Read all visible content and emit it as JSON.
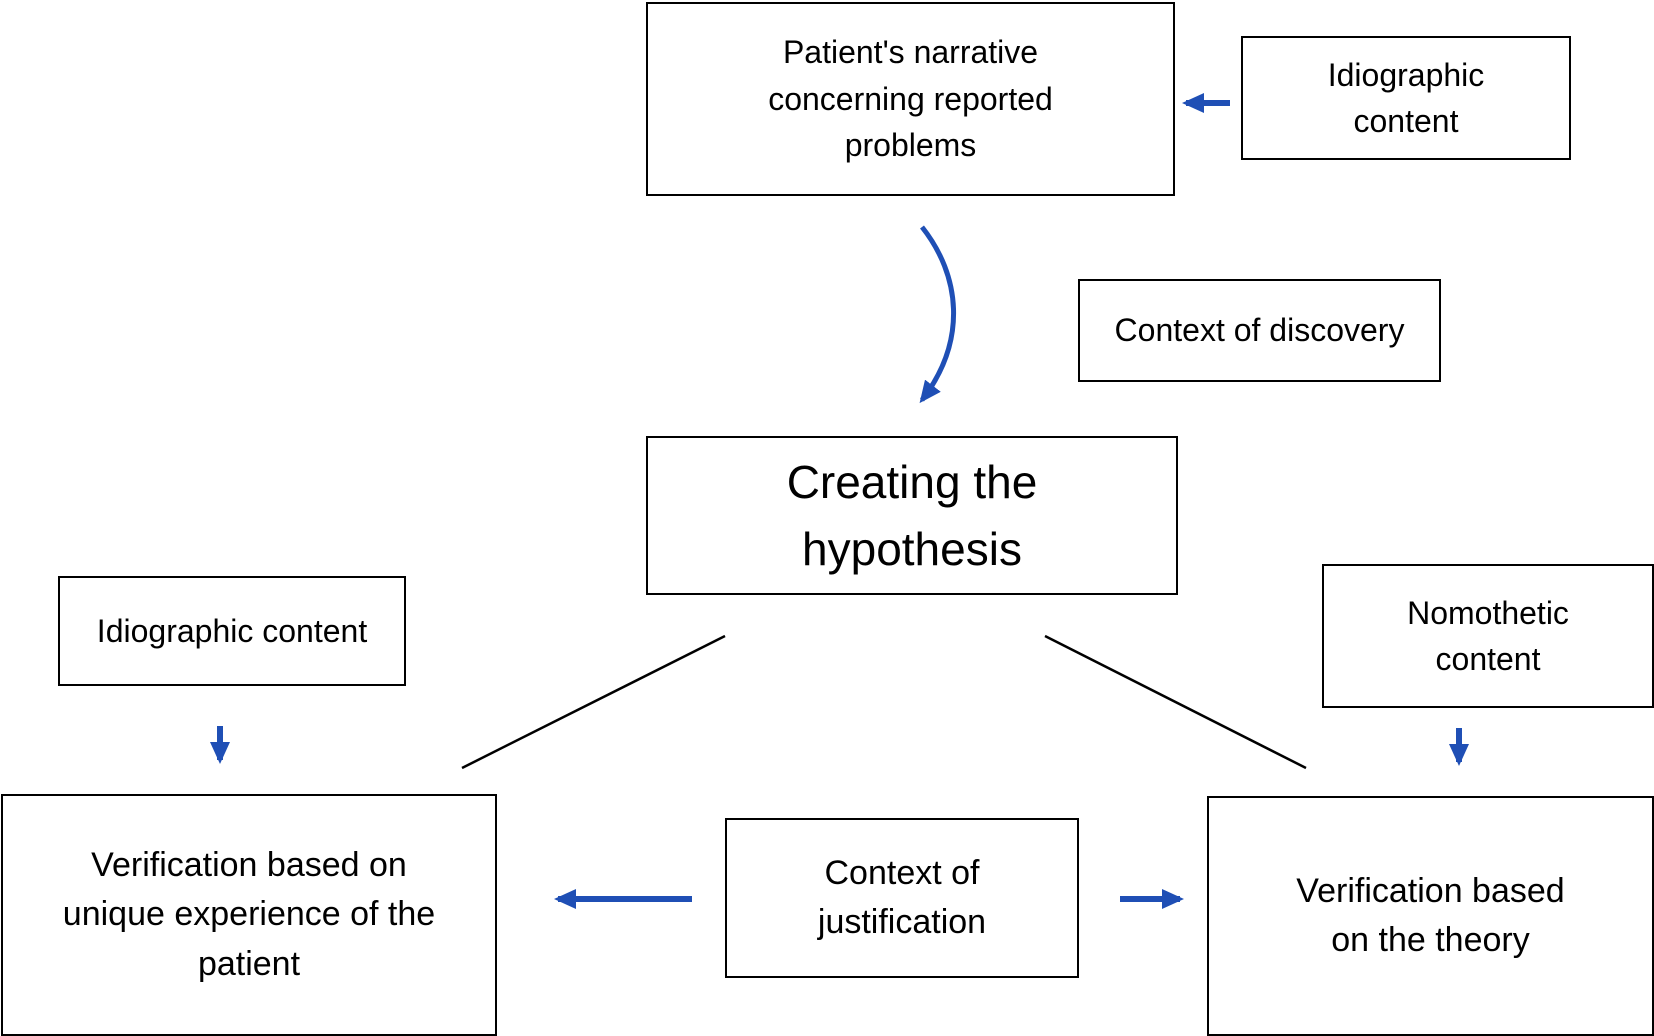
{
  "diagram": {
    "nodes": {
      "patient_narrative": {
        "label": "Patient's narrative\nconcerning reported\nproblems"
      },
      "idiographic_top": {
        "label": "Idiographic\ncontent"
      },
      "context_discovery": {
        "label": "Context of discovery"
      },
      "creating_hypothesis": {
        "label": "Creating the\nhypothesis"
      },
      "idiographic_left": {
        "label": "Idiographic content"
      },
      "nomothetic": {
        "label": "Nomothetic\ncontent"
      },
      "verification_unique": {
        "label": "Verification based on\nunique experience of the\npatient"
      },
      "context_justification": {
        "label": "Context of\njustification"
      },
      "verification_theory": {
        "label": "Verification based\non the theory"
      }
    },
    "edges": [
      {
        "from": "idiographic_top",
        "to": "patient_narrative",
        "style": "arrow"
      },
      {
        "from": "patient_narrative",
        "to": "creating_hypothesis",
        "style": "curved-arrow"
      },
      {
        "from": "creating_hypothesis",
        "to": "verification_unique",
        "style": "line"
      },
      {
        "from": "creating_hypothesis",
        "to": "verification_theory",
        "style": "line"
      },
      {
        "from": "idiographic_left",
        "to": "verification_unique",
        "style": "arrow"
      },
      {
        "from": "nomothetic",
        "to": "verification_theory",
        "style": "arrow"
      },
      {
        "from": "context_justification",
        "to": "verification_unique",
        "style": "arrow"
      },
      {
        "from": "context_justification",
        "to": "verification_theory",
        "style": "arrow"
      }
    ],
    "colors": {
      "arrow": "#1f4fb5",
      "line": "#000000",
      "border": "#000000"
    }
  }
}
